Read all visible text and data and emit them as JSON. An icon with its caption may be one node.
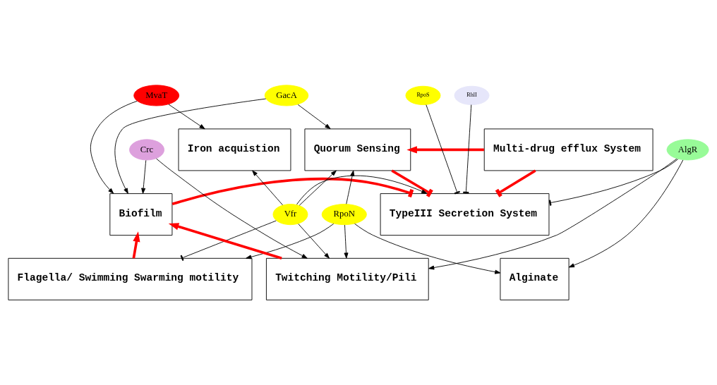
{
  "diagram": {
    "nodes": [
      {
        "text": [
          "Iron acquistion"
        ]
      },
      {
        "text": [
          "Multi-drug efflux System"
        ]
      },
      {
        "text": [
          "Quorum Sensing"
        ]
      },
      {
        "text": [
          "MvaT"
        ]
      },
      {
        "text": [
          "GacA"
        ]
      },
      {
        "text": [
          "RpoS"
        ]
      },
      {
        "text": [
          "RhlI"
        ]
      },
      {
        "text": [
          "Biofilm"
        ]
      },
      {
        "text": [
          "Vfr"
        ]
      },
      {
        "text": [
          "RpoN"
        ]
      },
      {
        "text": [
          "TypeIII Secretion System"
        ]
      },
      {
        "text": [
          "Crc"
        ]
      },
      {
        "text": [
          "AlgR"
        ]
      },
      {
        "text": [
          "Flagella/ Swimming Swarming motility"
        ]
      },
      {
        "text": [
          "Twitching Motility/Pili"
        ]
      },
      {
        "text": [
          "Alginate"
        ]
      }
    ],
    "edges": [
      {
        "from": 1,
        "to": 2,
        "arrow": "to",
        "style": "thick",
        "color": "#ff0000"
      },
      {
        "from": 3,
        "to": 0,
        "arrow": "to"
      },
      {
        "from": 3,
        "to": 7,
        "arrow": "to"
      },
      {
        "from": 4,
        "to": 2,
        "arrow": "to"
      },
      {
        "from": 4,
        "to": 7,
        "arrow": "to"
      },
      {
        "from": 8,
        "to": 0,
        "arrow": "to"
      },
      {
        "from": 8,
        "to": 2,
        "arrow": "to"
      },
      {
        "from": 9,
        "to": 2,
        "arrow": "to"
      },
      {
        "from": 7,
        "to": 10,
        "arrow": "other",
        "style": "thick",
        "color": "#ff0000"
      },
      {
        "from": 8,
        "to": 10,
        "arrow": "to"
      },
      {
        "from": 1,
        "to": 10,
        "arrow": "other",
        "style": "thick",
        "color": "#ff0000"
      },
      {
        "from": 5,
        "to": 10,
        "arrow": "other"
      },
      {
        "from": 6,
        "to": 10,
        "arrow": "other"
      },
      {
        "from": 2,
        "to": 10,
        "arrow": "other",
        "style": "thick",
        "color": "#ff0000"
      },
      {
        "from": 12,
        "to": 10,
        "arrow": "other"
      },
      {
        "from": 13,
        "to": 7,
        "arrow": "to",
        "style": "thick",
        "color": "#ff0000"
      },
      {
        "from": 11,
        "to": 7,
        "arrow": "to"
      },
      {
        "from": 14,
        "to": 7,
        "arrow": "to",
        "style": "thick",
        "color": "#ff0000"
      },
      {
        "from": 8,
        "to": 13,
        "arrow": "other"
      },
      {
        "from": 9,
        "to": 13,
        "arrow": "to"
      },
      {
        "from": 11,
        "to": 14,
        "arrow": "to"
      },
      {
        "from": 8,
        "to": 14,
        "arrow": "to"
      },
      {
        "from": 9,
        "to": 14,
        "arrow": "to"
      },
      {
        "from": 12,
        "to": 14,
        "arrow": "to"
      },
      {
        "from": 9,
        "to": 15,
        "arrow": "to"
      },
      {
        "from": 12,
        "to": 15,
        "arrow": "to"
      }
    ]
  }
}
